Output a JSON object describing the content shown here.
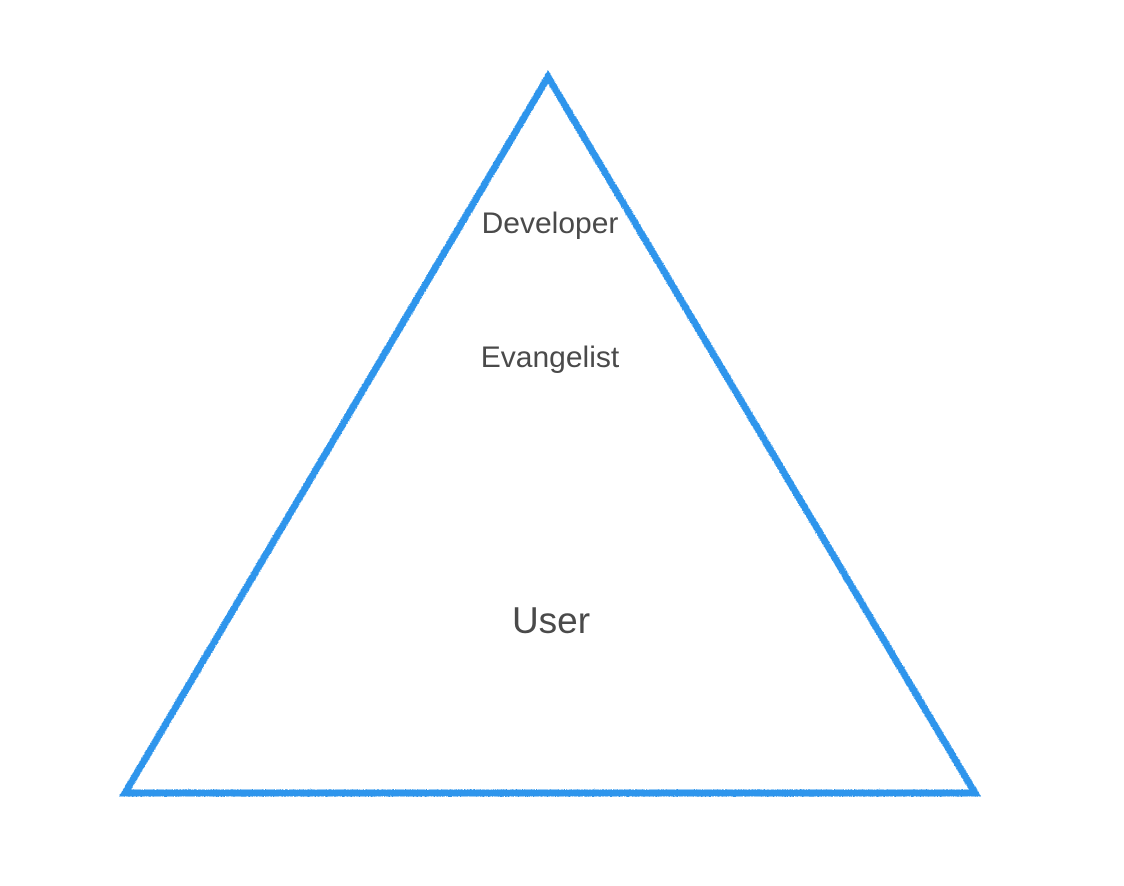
{
  "diagram": {
    "levels": [
      {
        "label": "Developer"
      },
      {
        "label": "Evangelist"
      },
      {
        "label": "User"
      }
    ]
  },
  "colors": {
    "outline": "#2f95ec",
    "divider": "#44a832",
    "text": "#4a4a4a",
    "background": "#ffffff"
  }
}
